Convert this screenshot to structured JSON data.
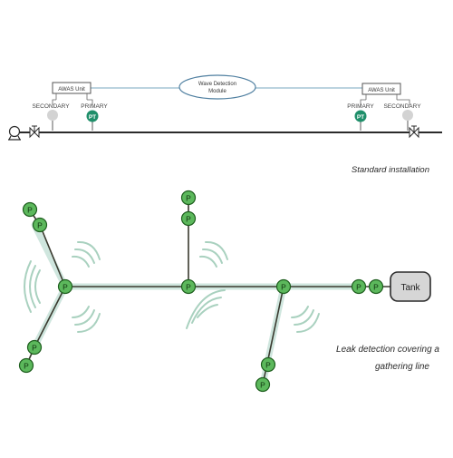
{
  "top": {
    "wave_module": [
      "Wave Detection",
      "Module"
    ],
    "left_unit": "AWAS Unit",
    "right_unit": "AWAS Unit",
    "left_secondary": "SECONDARY",
    "left_primary": "PRIMARY",
    "right_primary": "PRIMARY",
    "right_secondary": "SECONDARY",
    "pt_label": "PT",
    "caption": "Standard installation"
  },
  "bottom": {
    "node_label": "P",
    "tank_label": "Tank",
    "caption": [
      "Leak detection covering a",
      "gathering line"
    ]
  },
  "colors": {
    "pipe": "#2b2b2b",
    "wave_line": "#7aa7bf",
    "node_fill": "#5cb85c",
    "node_stroke": "#1e5e1e",
    "pt_fill": "#1f8f6a",
    "secondary_fill": "#d3d3d3",
    "wave_arc": "#a9d1bf",
    "branch_glow": "#cfe6de",
    "tank_fill": "#d6d6d6"
  }
}
